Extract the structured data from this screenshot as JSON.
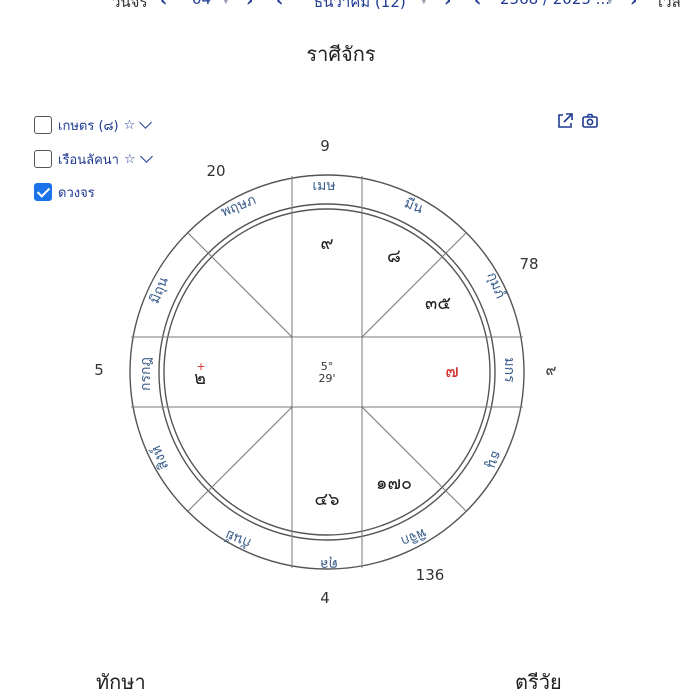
{
  "navbar": {
    "day_label": "วันจร",
    "day_value": "04",
    "month_value": "ธันวาคม (12)",
    "year_value": "2568 / 2025 ...",
    "time_label": "เวล"
  },
  "chart_title": "ราศีจักร",
  "options": [
    {
      "label": "เกษตร (๘)",
      "star": "☆",
      "checked": false
    },
    {
      "label": "เรือนลัคนา",
      "star": "☆",
      "checked": false
    },
    {
      "label": "ดวงจร",
      "checked": true
    }
  ],
  "signs": [
    "เมษ",
    "พฤษภ",
    "มิถุน",
    "กรกฎ",
    "สิงห์",
    "กันย์",
    "ตุล",
    "พิจิก",
    "ธนู",
    "มกร",
    "กุมภ์",
    "มีน"
  ],
  "planets": {
    "mesha": "๙",
    "meena": "๘",
    "kumbha": "๓๕",
    "makara": "๗",
    "dhanu": "๑๗๐",
    "tula": "๔๖",
    "karakata": "๒",
    "karakata_mark": "+",
    "center_deg": "5°",
    "center_min": "29'"
  },
  "outer_numbers": {
    "top": "9",
    "top_left": "20",
    "right_top": "78",
    "left": "5",
    "right": "๙",
    "bottom_right": "136",
    "bottom": "4"
  },
  "bottom": {
    "left": "ทักษา",
    "right": "ตรีวัย"
  }
}
